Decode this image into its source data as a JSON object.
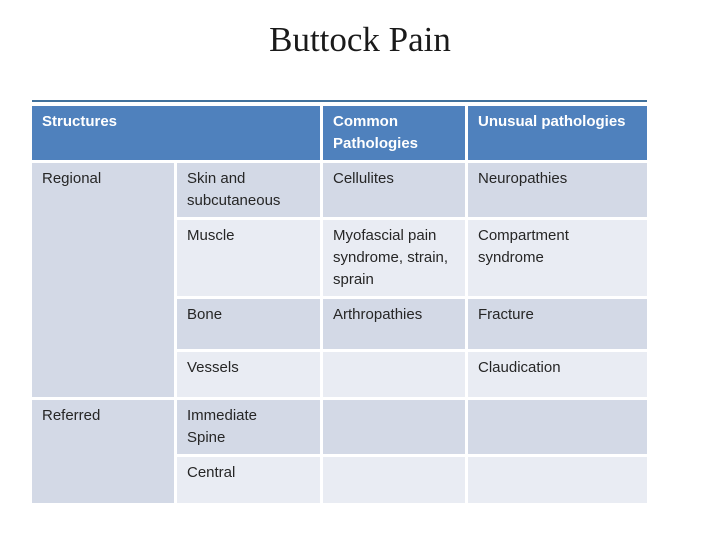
{
  "slide": {
    "title": "Buttock Pain"
  },
  "table": {
    "header": [
      "Structures",
      "Common Pathologies",
      "Unusual pathologies"
    ],
    "groups": [
      {
        "label": "Regional",
        "rows": [
          {
            "structure": "Skin and subcutaneous",
            "common": "Cellulites",
            "unusual": "Neuropathies"
          },
          {
            "structure": "Muscle",
            "common": "Myofascial pain syndrome, strain, sprain",
            "unusual": "Compartment syndrome"
          },
          {
            "structure": "Bone",
            "common": "Arthropathies",
            "unusual": "Fracture"
          },
          {
            "structure": "Vessels",
            "common": "",
            "unusual": "Claudication"
          }
        ]
      },
      {
        "label": "Referred",
        "rows": [
          {
            "structure": "Immediate Spine",
            "common": "",
            "unusual": ""
          },
          {
            "structure": "Central",
            "common": "",
            "unusual": ""
          }
        ]
      }
    ]
  },
  "colors": {
    "header_bg": "#4f81bd",
    "row_band_dark": "#d3d9e6",
    "row_band_light": "#e9ecf3",
    "top_border_line": "#41719c",
    "header_text": "#ffffff",
    "body_text": "#262626",
    "title_text": "#1a1a1a",
    "slide_bg": "#ffffff"
  }
}
